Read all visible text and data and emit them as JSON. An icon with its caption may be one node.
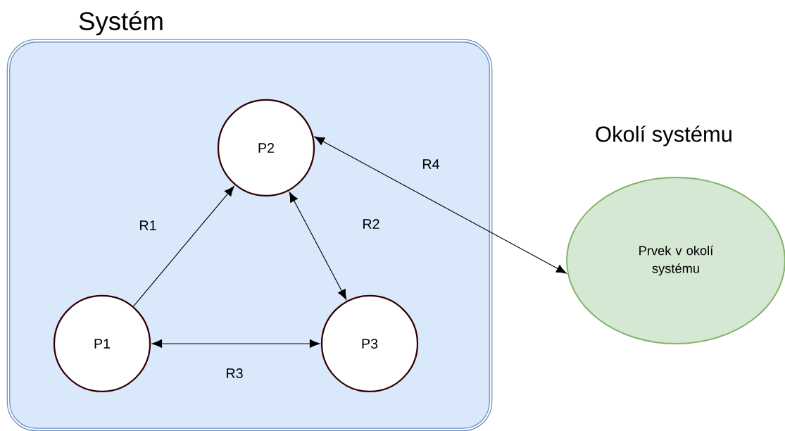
{
  "diagram": {
    "nodes": [
      {
        "text": [
          "Systém"
        ]
      },
      {
        "text": [
          "P1"
        ],
        "in": 0
      },
      {
        "text": [
          "P2"
        ],
        "in": 0
      },
      {
        "text": [
          "P3"
        ],
        "in": 0
      },
      {
        "text": [
          "Prvek v okolí systému"
        ],
        "beside": [
          "Okolí systému"
        ]
      }
    ],
    "edges": [
      {
        "from": 1,
        "to": 2,
        "arrow": "to",
        "label": "R1"
      },
      {
        "from": 2,
        "to": 3,
        "arrow": "both",
        "label": "R2"
      },
      {
        "from": 1,
        "to": 3,
        "arrow": "both",
        "label": "R3"
      },
      {
        "from": 2,
        "to": 4,
        "arrow": "both",
        "label": "R4"
      }
    ]
  }
}
